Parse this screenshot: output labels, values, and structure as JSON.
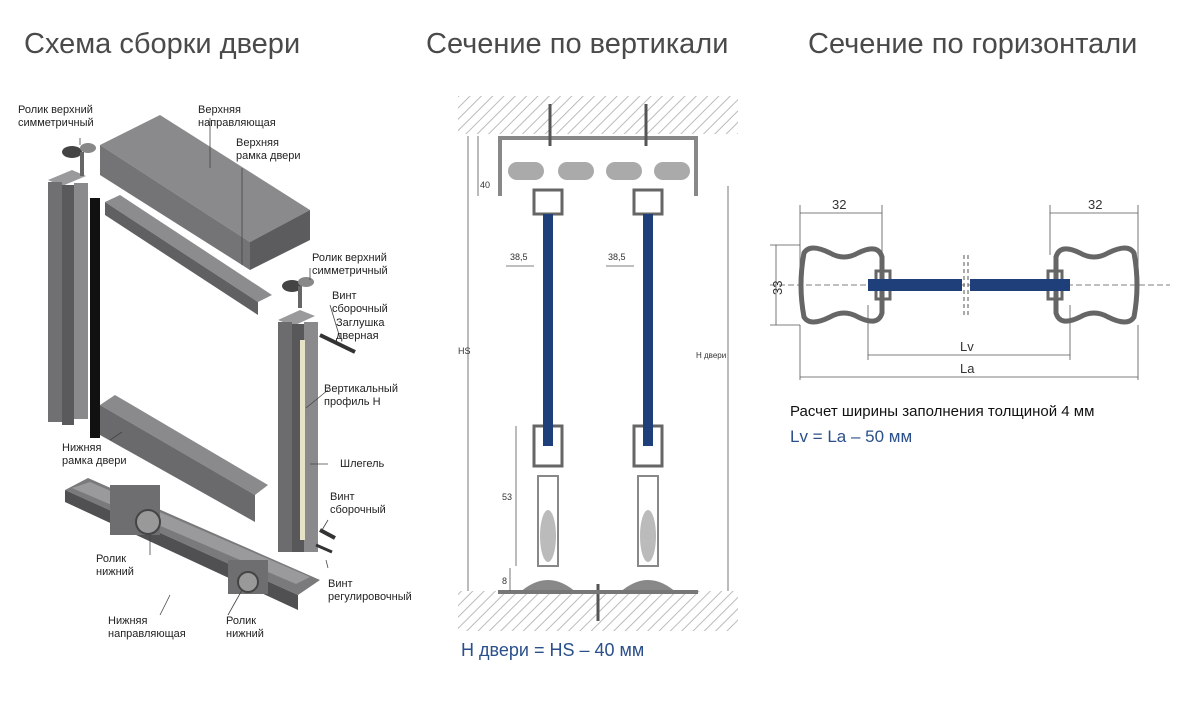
{
  "titles": {
    "assembly": "Схема сборки двери",
    "vertical": "Сечение по вертикали",
    "horizontal": "Сечение по горизонтали"
  },
  "assembly_labels": {
    "top_roller_1": "Ролик верхний\nсимметричный",
    "top_guide": "Верхняя\nнаправляющая",
    "top_frame": "Верхняя\nрамка двери",
    "top_roller_2": "Ролик верхний\nсимметричный",
    "assembly_screw_1": "Винт\nсборочный",
    "door_plug": "Заглушка\nдверная",
    "vertical_profile": "Вертикальный\nпрофиль Н",
    "bottom_frame": "Нижняя\nрамка двери",
    "schlegel": "Шлегель",
    "assembly_screw_2": "Винт\nсборочный",
    "bottom_roller_1": "Ролик\nнижний",
    "adjust_screw": "Винт\nрегулировочный",
    "bottom_guide": "Нижняя\nнаправляющая",
    "bottom_roller_2": "Ролик\nнижний"
  },
  "vertical_section": {
    "dim_40": "40",
    "dim_38_5_left": "38,5",
    "dim_38_5_right": "38,5",
    "dim_hs": "HS",
    "dim_h_door": "Н двери",
    "dim_53": "53",
    "dim_8": "8",
    "formula": "Н двери = HS – 40 мм"
  },
  "horizontal_section": {
    "dim_32_left": "32",
    "dim_32_right": "32",
    "dim_33": "33",
    "dim_lv": "Lv",
    "dim_la": "La",
    "note": "Расчет ширины заполнения толщиной 4 мм",
    "formula": "Lv = La – 50 мм"
  },
  "colors": {
    "panel_blue": "#1f3f7a",
    "profile_gray": "#6e6e70",
    "formula_blue": "#2b4f8a"
  }
}
